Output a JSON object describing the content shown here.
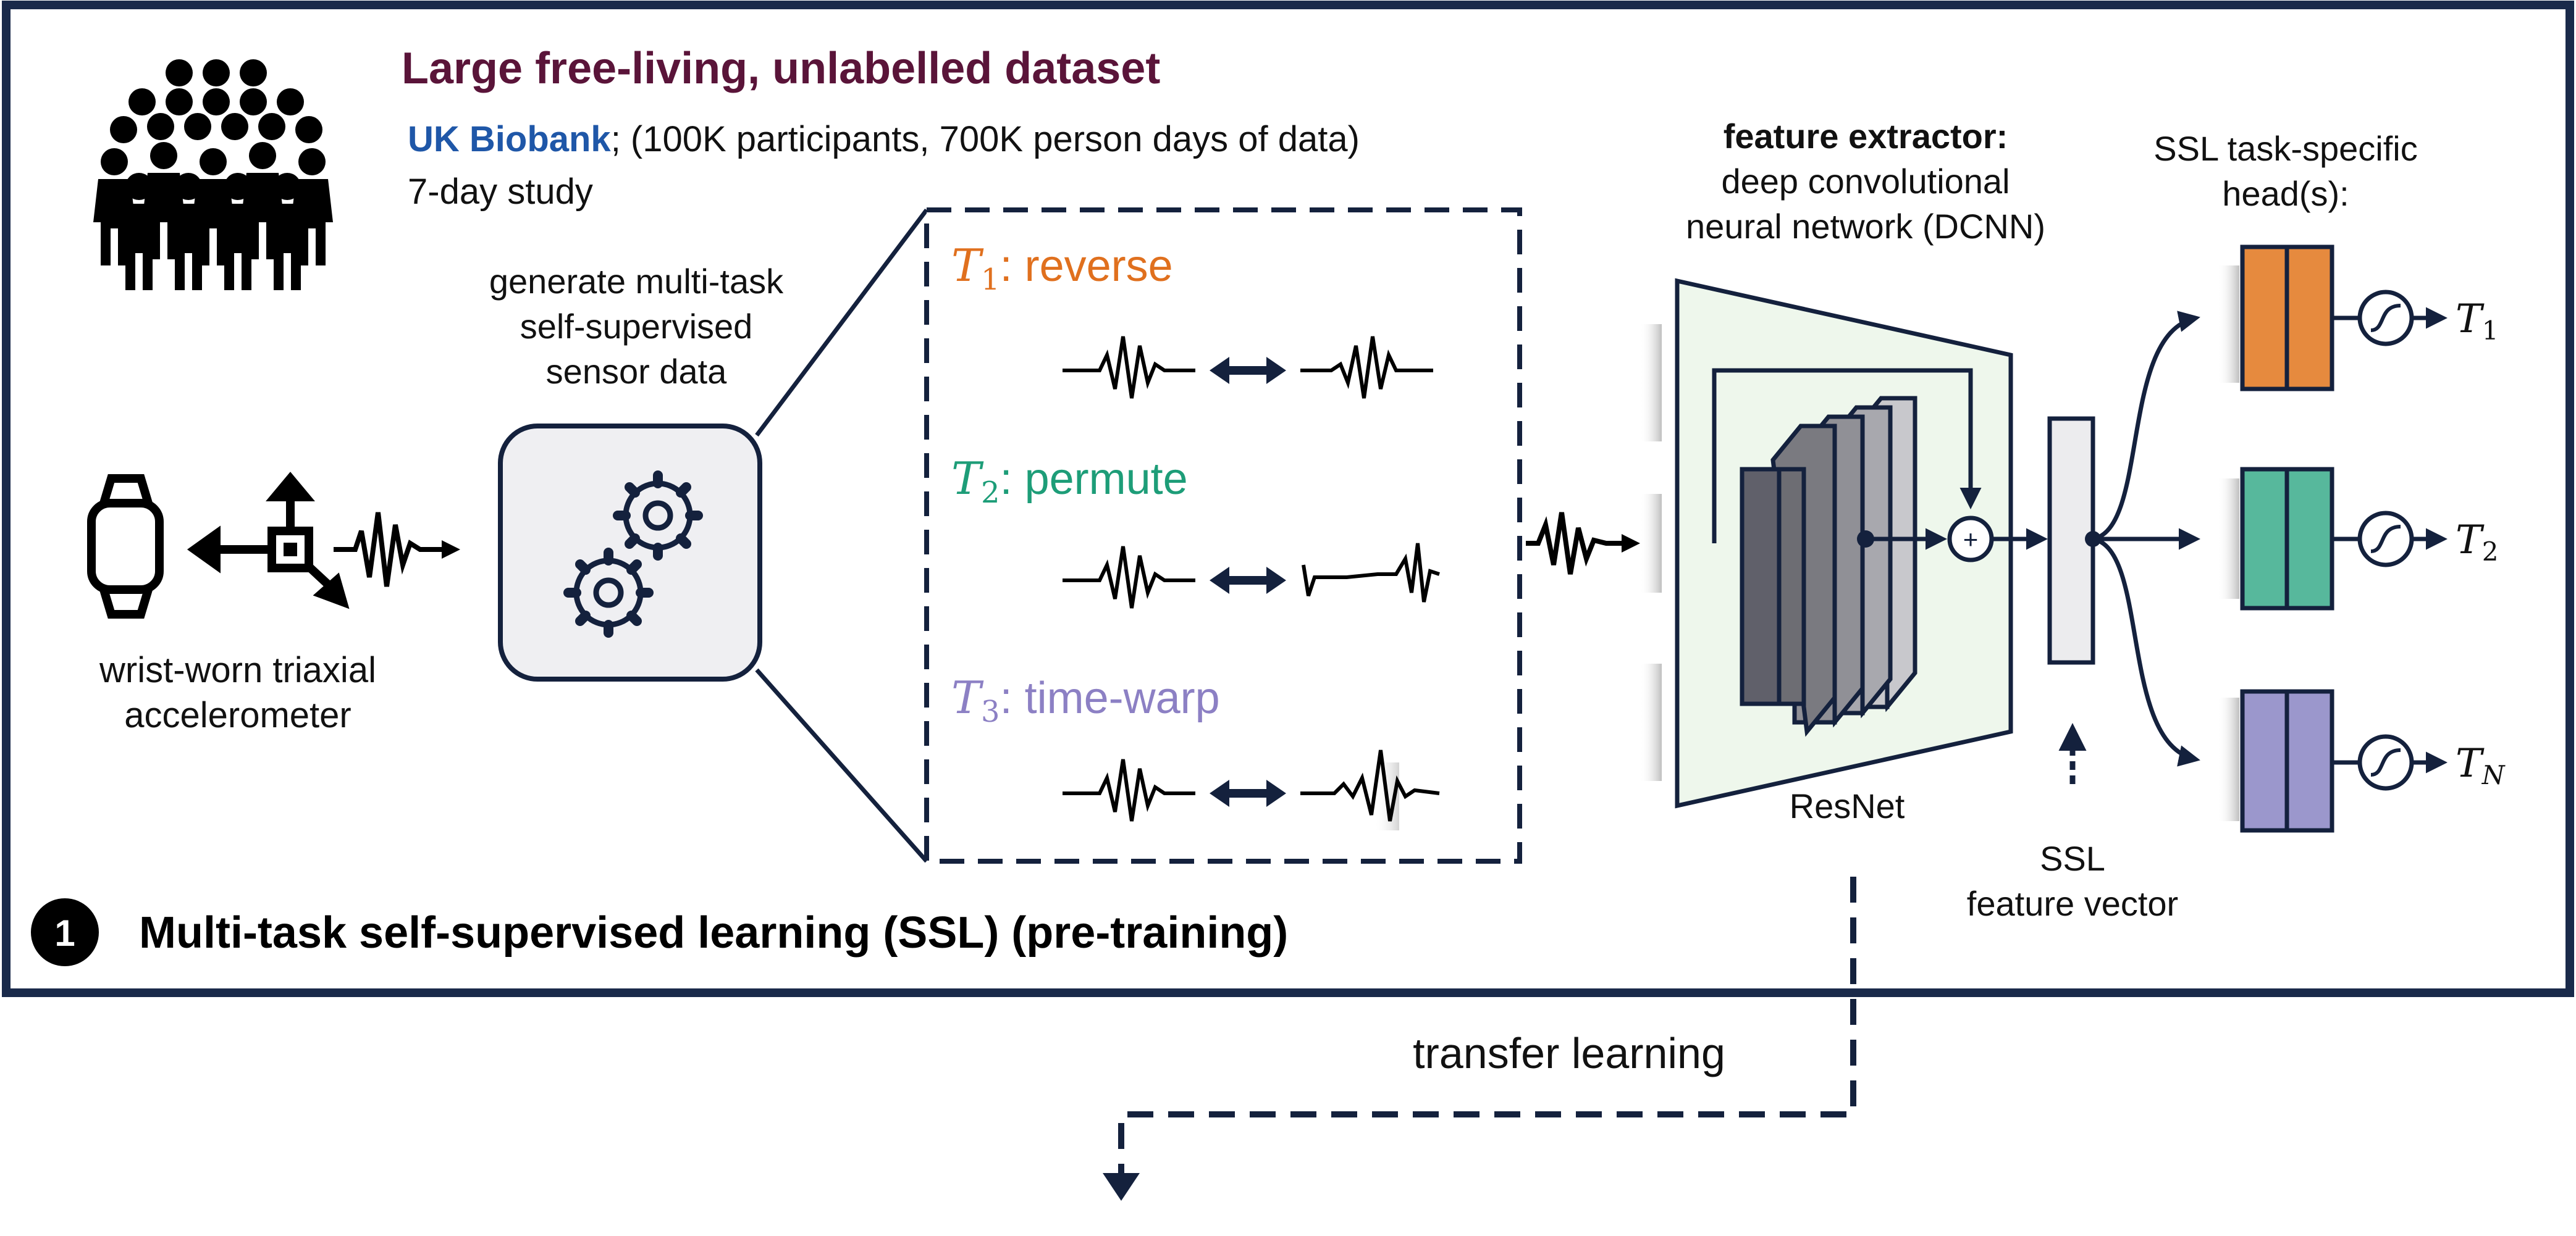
{
  "dataset": {
    "title": "Large free-living, unlabelled dataset",
    "source_name": "UK Biobank",
    "source_detail": "; (100K participants, 700K person days of data)",
    "study": "7-day study"
  },
  "device": {
    "label_line1": "wrist-worn triaxial",
    "label_line2": "accelerometer"
  },
  "generator": {
    "label_line1": "generate multi-task",
    "label_line2": "self-supervised",
    "label_line3": "sensor data"
  },
  "tasks": [
    {
      "symbol": "T",
      "subscript": "1",
      "name": ": reverse",
      "color": "#e0701e"
    },
    {
      "symbol": "T",
      "subscript": "2",
      "name": ": permute",
      "color": "#1d9d78"
    },
    {
      "symbol": "T",
      "subscript": "3",
      "name": ": time-warp",
      "color": "#8c80c4"
    }
  ],
  "extractor": {
    "title": "feature extractor:",
    "line2": "deep convolutional",
    "line3": "neural network (DCNN)",
    "backbone": "ResNet",
    "sum_symbol": "+"
  },
  "feature_vector": {
    "line1": "SSL",
    "line2": "feature vector"
  },
  "heads": {
    "title_line1": "SSL task-specific",
    "title_line2": "head(s):",
    "outputs": [
      {
        "symbol": "T",
        "subscript": "1",
        "color": "#e68a3e"
      },
      {
        "symbol": "T",
        "subscript": "2",
        "color": "#57b89c"
      },
      {
        "symbol": "T",
        "subscript": "N",
        "color": "#9b97cc"
      }
    ]
  },
  "stage": {
    "number": "1",
    "label": "Multi-task self-supervised learning (SSL) (pre-training)"
  },
  "transfer": {
    "label": "transfer learning"
  },
  "colors": {
    "navy": "#14213d",
    "dataset_title": "#5a1439",
    "biobank": "#1f57a8",
    "frame": "#1a2a4a"
  }
}
